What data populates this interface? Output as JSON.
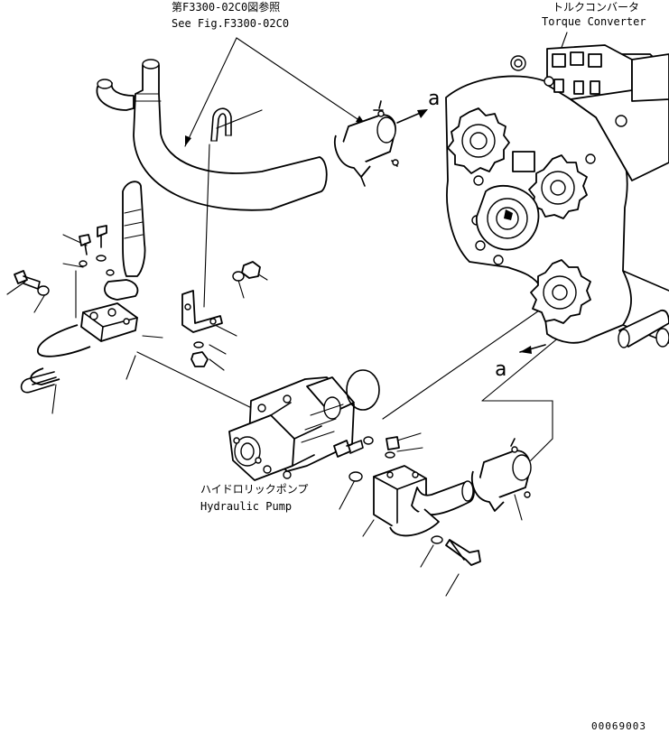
{
  "labels": {
    "ref_jp": "第F3300-02C0図参照",
    "ref_en": "See Fig.F3300-02C0",
    "torque_jp": "トルクコンバータ",
    "torque_en": "Torque Converter",
    "pump_jp": "ハイドロリックポンプ",
    "pump_en": "Hydraulic Pump",
    "view_a_top": "a",
    "view_a_bottom": "a",
    "drawing_number": "00069003"
  }
}
